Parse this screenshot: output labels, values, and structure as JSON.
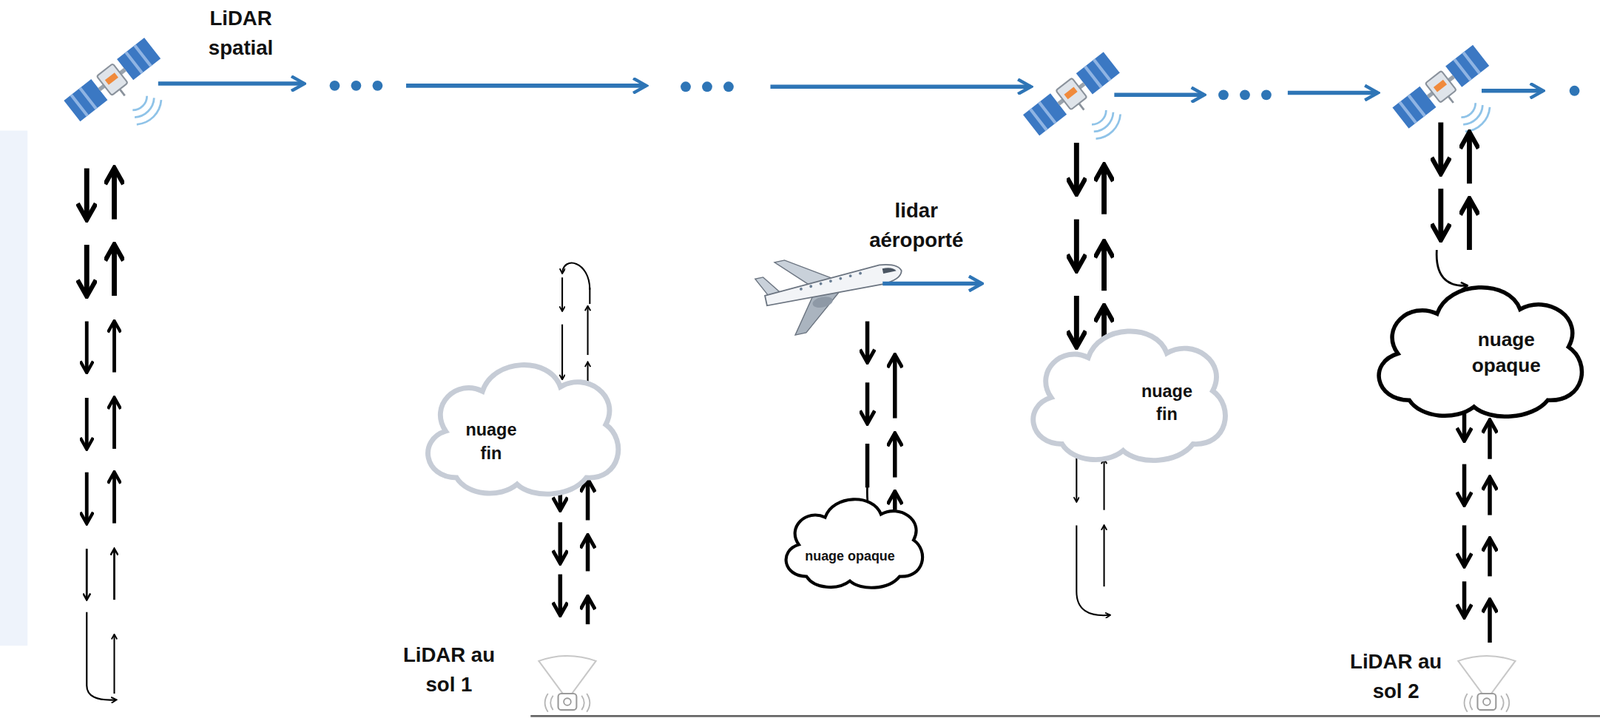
{
  "diagram": {
    "nodes": [
      {
        "text": [
          "nuage fin"
        ]
      },
      {
        "text": [
          "nuage opaque"
        ]
      },
      {
        "text": [
          "nuage fin"
        ]
      },
      {
        "text": [
          "nuage opaque"
        ]
      }
    ],
    "labels": [
      "LiDAR spatial",
      "lidar aéroporté",
      "LiDAR au sol 1",
      "LiDAR au sol 2"
    ]
  }
}
